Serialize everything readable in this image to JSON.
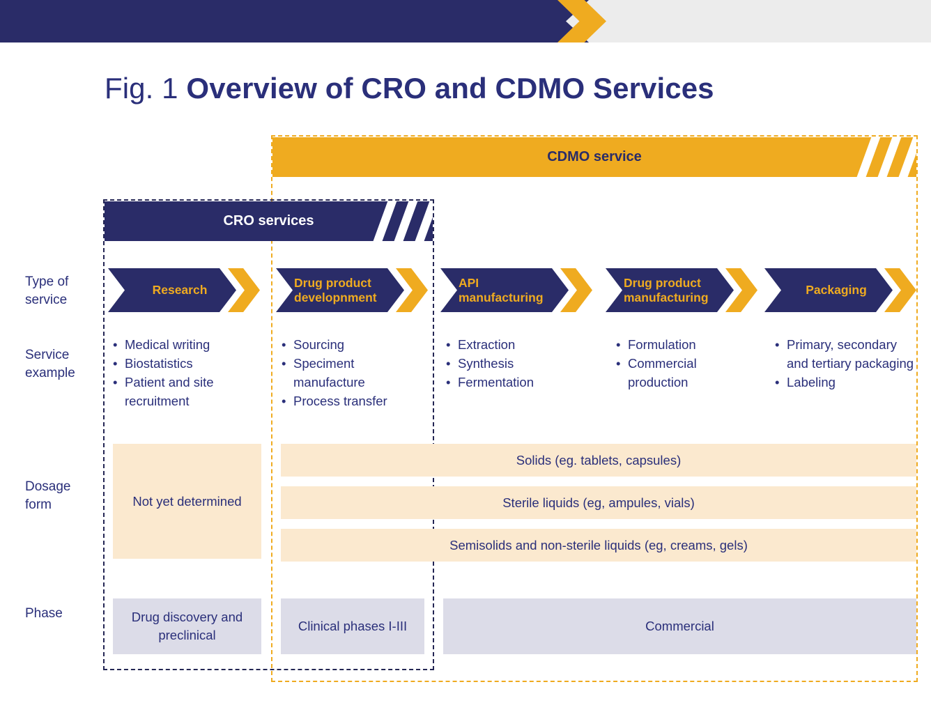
{
  "banner": {
    "name": "top-banner"
  },
  "title": {
    "prefix": "Fig. 1 ",
    "main": "Overview of CRO and  CDMO Services"
  },
  "sections": {
    "cdmo_header": "CDMO service",
    "cro_header": "CRO services"
  },
  "row_labels": {
    "type_of_service": "Type of\nservice",
    "service_example": "Service\nexample",
    "dosage_form": "Dosage\nform",
    "phase": "Phase"
  },
  "columns": [
    {
      "id": "research",
      "chevron_label": "Research",
      "bullets": [
        "Medical writing",
        "Biostatistics",
        "Patient and site recruitment"
      ]
    },
    {
      "id": "drug-product-development",
      "chevron_label": "Drug product\ndevelopnment",
      "bullets": [
        "Sourcing",
        "Speciment manufacture",
        "Process transfer"
      ]
    },
    {
      "id": "api-manufacturing",
      "chevron_label": "API\nmanufacturing",
      "bullets": [
        "Extraction",
        "Synthesis",
        "Fermentation"
      ]
    },
    {
      "id": "drug-product-manufacturing",
      "chevron_label": "Drug product\nmanufacturing",
      "bullets": [
        "Formulation",
        "Commercial production"
      ]
    },
    {
      "id": "packaging",
      "chevron_label": "Packaging",
      "bullets": [
        "Primary, secondary and tertiary packaging",
        "Labeling"
      ]
    }
  ],
  "dosage_form": {
    "left_block": "Not yet determined",
    "bars": [
      "Solids (eg. tablets, capsules)",
      "Sterile liquids (eg, ampules, vials)",
      "Semisolids and non-sterile liquids (eg, creams, gels)"
    ]
  },
  "phase": {
    "blocks": [
      "Drug discovery and preclinical",
      "Clinical phases I-III",
      "Commercial"
    ]
  },
  "colors": {
    "navy": "#2a2c68",
    "navy_text": "#2a2f7a",
    "orange": "#efab20",
    "cream": "#fbe9cf",
    "lavender": "#dcdce8",
    "banner_gray": "#ececec",
    "white": "#ffffff"
  }
}
